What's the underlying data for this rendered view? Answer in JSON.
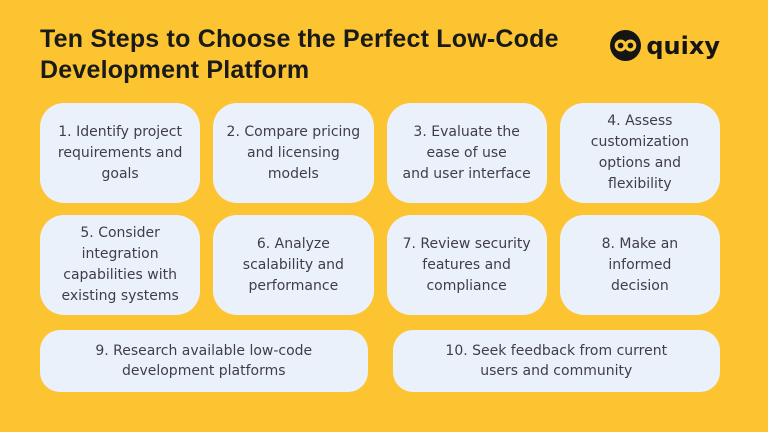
{
  "page": {
    "background_color": "#FCC430",
    "card_color": "#EBF1FB",
    "title_color": "#1A1A1A",
    "card_text_color": "#3F3E46",
    "logo_color": "#151515"
  },
  "header": {
    "title_lines": [
      "Ten Steps to Choose the Perfect Low-Code",
      "Development Platform"
    ],
    "logo": {
      "brand": "quixy",
      "icon": "infinity-loop-icon"
    }
  },
  "steps": [
    {
      "lines": [
        "1. Identify project",
        "requirements and",
        "goals"
      ]
    },
    {
      "lines": [
        "2. Compare pricing",
        "and licensing",
        "models"
      ]
    },
    {
      "lines": [
        "3. Evaluate the",
        "ease of use",
        "and user interface"
      ]
    },
    {
      "lines": [
        "4. Assess",
        "customization",
        "options and",
        "flexibility"
      ]
    },
    {
      "lines": [
        "5. Consider",
        "integration",
        "capabilities with",
        "existing systems"
      ]
    },
    {
      "lines": [
        "6. Analyze",
        "scalability and",
        "performance"
      ]
    },
    {
      "lines": [
        "7. Review security",
        "features and",
        "compliance"
      ]
    },
    {
      "lines": [
        "8. Make an",
        "informed",
        "decision"
      ]
    },
    {
      "lines": [
        "9. Research available low-code",
        "development platforms"
      ]
    },
    {
      "lines": [
        "10. Seek feedback from current",
        "users and community"
      ]
    }
  ]
}
